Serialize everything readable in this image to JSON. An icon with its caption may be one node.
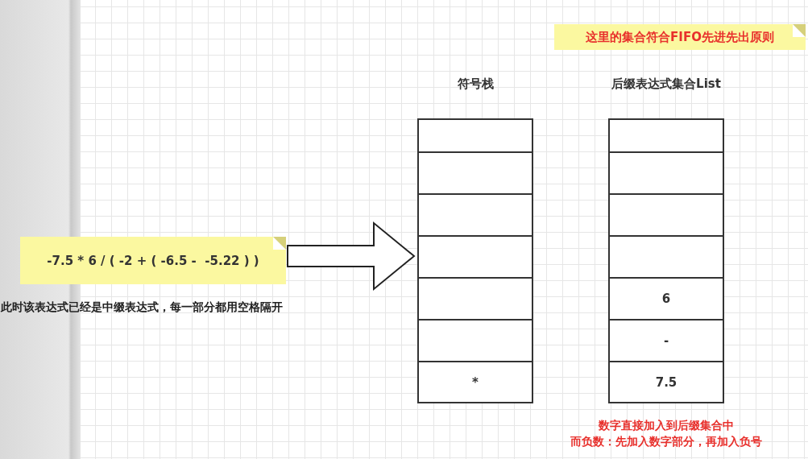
{
  "diagram": {
    "nodes": [
      {
        "text": [
          "这里的集合符合FIFO先进先出原则"
        ]
      },
      {
        "text": [
          "-7.5 * 6 / ( -2 + ( -6.5 -  -5.22 ) )"
        ],
        "beside": [
          "此时该表达式已经是中缀表达式，每一部分都用空格隔开"
        ]
      },
      {
        "text": [
          "符号栈"
        ]
      },
      {
        "text": [],
        "shape": "box",
        "in": 2
      },
      {
        "text": [],
        "shape": "box",
        "in": 2
      },
      {
        "text": [],
        "shape": "box",
        "in": 2
      },
      {
        "text": [],
        "shape": "box",
        "in": 2
      },
      {
        "text": [],
        "shape": "box",
        "in": 2
      },
      {
        "text": [],
        "shape": "box",
        "in": 2
      },
      {
        "text": [
          "*"
        ],
        "in": 2
      },
      {
        "text": [
          "后缀表达式集合List"
        ],
        "beside": [
          "数字直接加入到后缀集合中",
          "而负数：先加入数字部分，再加入负号"
        ]
      },
      {
        "text": [],
        "shape": "box",
        "in": 10
      },
      {
        "text": [],
        "shape": "box",
        "in": 10
      },
      {
        "text": [],
        "shape": "box",
        "in": 10
      },
      {
        "text": [],
        "shape": "box",
        "in": 10
      },
      {
        "text": [
          "6"
        ],
        "in": 10
      },
      {
        "text": [
          "-"
        ],
        "in": 10
      },
      {
        "text": [
          "7.5"
        ],
        "in": 10
      }
    ],
    "edges": [
      {
        "from": 1,
        "to": 2,
        "arrow": "to",
        "style": "thick"
      }
    ]
  }
}
